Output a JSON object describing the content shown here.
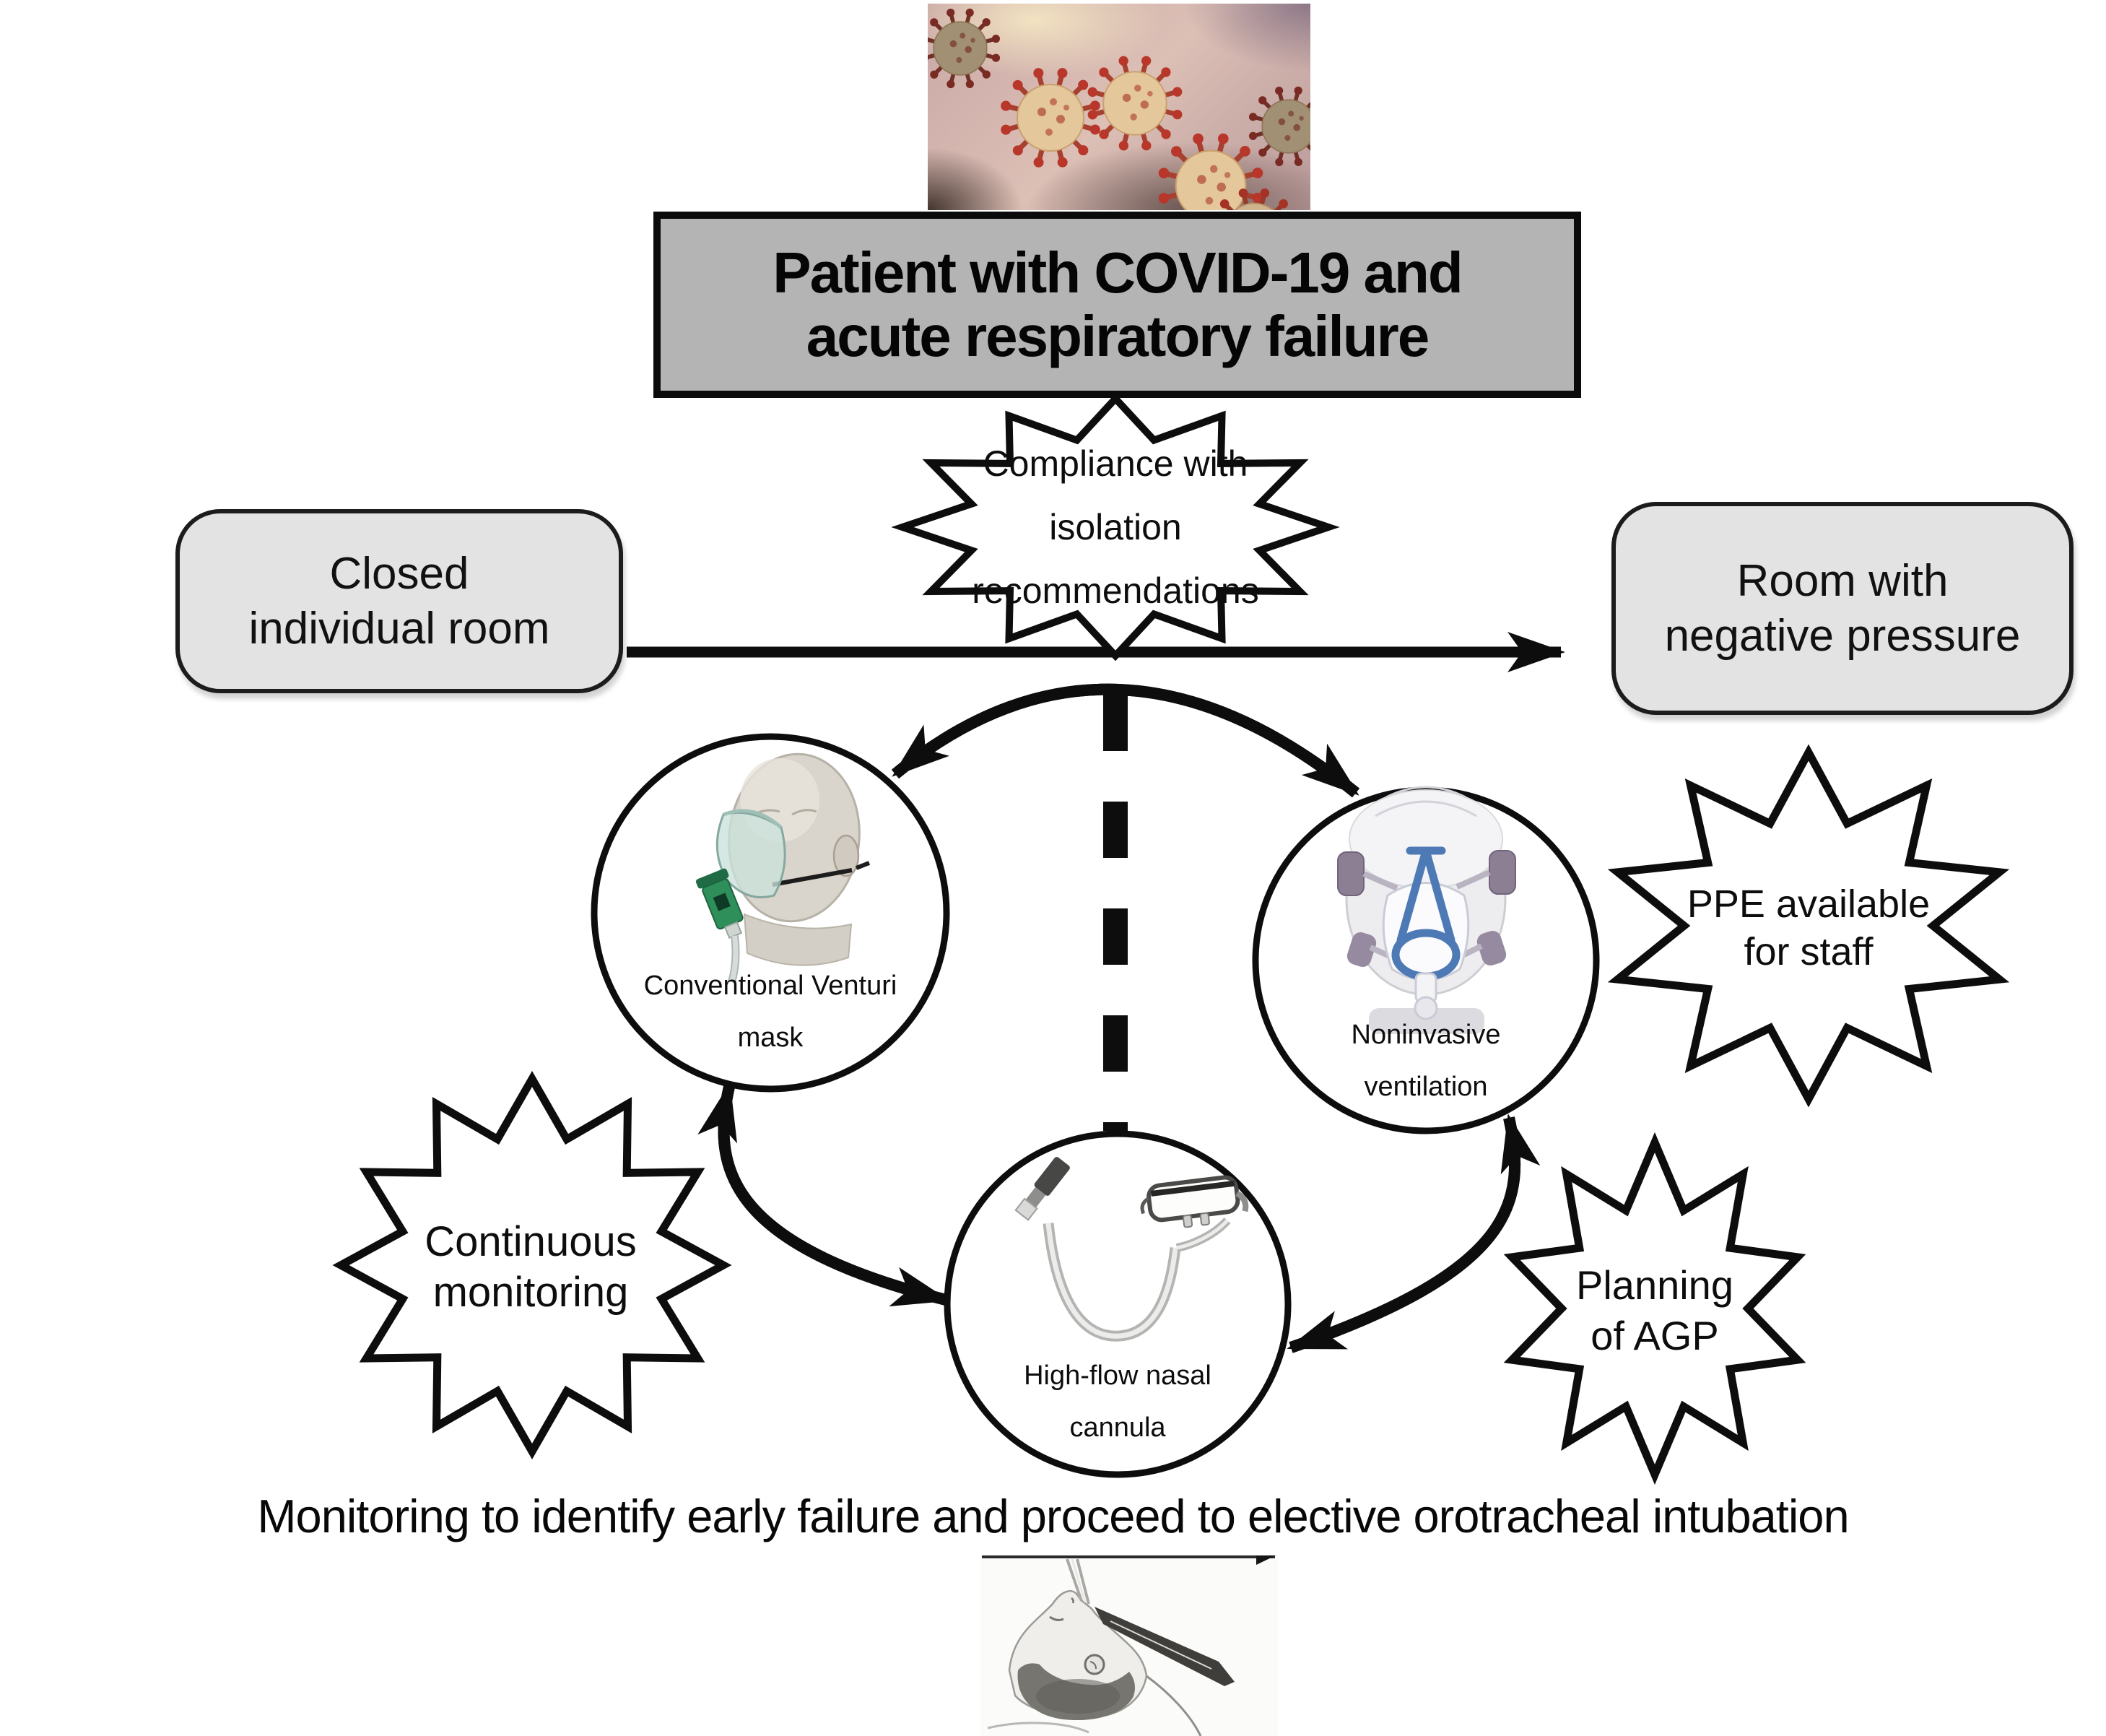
{
  "title_box": {
    "line1": "Patient with COVID-19 and",
    "line2": "acute respiratory failure"
  },
  "compliance_star": {
    "line1": "Compliance with",
    "line2": "isolation",
    "line3": "recommendations"
  },
  "left_box": {
    "line1": "Closed",
    "line2": "individual room"
  },
  "right_box": {
    "line1": "Room with",
    "line2": "negative pressure"
  },
  "venturi_circle": {
    "line1": "Conventional Venturi",
    "line2": "mask"
  },
  "niv_circle": {
    "line1": "Noninvasive",
    "line2": "ventilation"
  },
  "hfnc_circle": {
    "line1": "High-flow nasal",
    "line2": "cannula"
  },
  "ppe_star": {
    "line1": "PPE available",
    "line2": "for staff"
  },
  "monitoring_star": {
    "line1": "Continuous",
    "line2": "monitoring"
  },
  "agp_star": {
    "line1": "Planning",
    "line2": "of AGP"
  },
  "caption": "Monitoring to identify early failure and proceed to elective orotracheal intubation",
  "images": {
    "banner": "coronavirus-particles-image",
    "venturi": "venturi-mask-on-mannequin-image",
    "niv": "full-face-niv-mask-image",
    "hfnc": "high-flow-nasal-cannula-image",
    "sketch": "orotracheal-intubation-sketch"
  },
  "colors": {
    "box_gray": "#b4b4b4",
    "pill_gray": "#e3e3e3",
    "ink": "#0d0d0d",
    "venturi_green": "#2f8f5b",
    "niv_blue": "#4d79b5",
    "virus_red": "#b8372a",
    "virus_body": "#e5c79c"
  }
}
